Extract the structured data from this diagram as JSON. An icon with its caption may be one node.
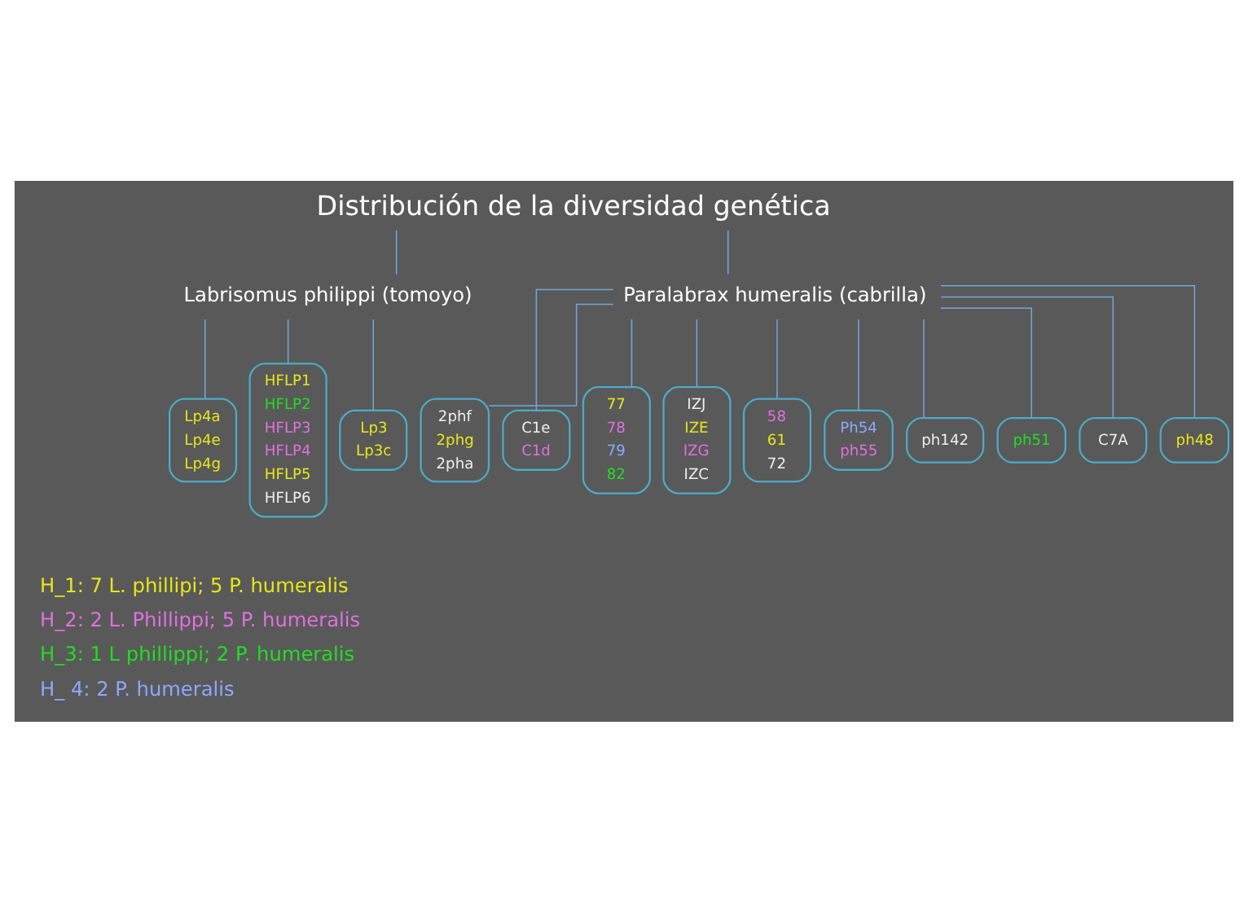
{
  "diagram": {
    "nodes": [
      {
        "text": [
          "Distribución de la diversidad genética"
        ]
      },
      {
        "text": [
          "Labrisomus philippi (tomoyo)"
        ]
      },
      {
        "text": [
          "Paralabrax humeralis (cabrilla)"
        ]
      },
      {
        "text": [
          "Lp4a",
          "Lp4e",
          "Lp4g"
        ]
      },
      {
        "text": [
          "HFLP1",
          "HFLP2",
          "HFLP3",
          "HFLP4",
          "HFLP5",
          "HFLP6"
        ]
      },
      {
        "text": [
          "Lp3",
          "Lp3c"
        ]
      },
      {
        "text": [
          "2phf",
          "2phg",
          "2pha"
        ]
      },
      {
        "text": [
          "C1e",
          "C1d"
        ]
      },
      {
        "text": [
          "77",
          "78",
          "79",
          "82"
        ]
      },
      {
        "text": [
          "IZJ",
          "IZE",
          "IZG",
          "IZC"
        ]
      },
      {
        "text": [
          "58",
          "61",
          "72"
        ]
      },
      {
        "text": [
          "Ph54",
          "ph55"
        ]
      },
      {
        "text": [
          "ph142"
        ]
      },
      {
        "text": [
          "ph51"
        ]
      },
      {
        "text": [
          "C7A"
        ]
      },
      {
        "text": [
          "ph48"
        ]
      }
    ],
    "edges": [
      {
        "from": 0,
        "to": 1,
        "arrow": "none"
      },
      {
        "from": 0,
        "to": 2,
        "arrow": "none"
      },
      {
        "from": 1,
        "to": 3,
        "arrow": "none"
      },
      {
        "from": 1,
        "to": 4,
        "arrow": "none"
      },
      {
        "from": 1,
        "to": 5,
        "arrow": "none"
      },
      {
        "from": 2,
        "to": 6,
        "arrow": "none"
      },
      {
        "from": 2,
        "to": 7,
        "arrow": "none"
      },
      {
        "from": 2,
        "to": 8,
        "arrow": "none"
      },
      {
        "from": 2,
        "to": 9,
        "arrow": "none"
      },
      {
        "from": 2,
        "to": 10,
        "arrow": "none"
      },
      {
        "from": 2,
        "to": 11,
        "arrow": "none"
      },
      {
        "from": 2,
        "to": 12,
        "arrow": "none"
      },
      {
        "from": 2,
        "to": 13,
        "arrow": "none"
      },
      {
        "from": 2,
        "to": 14,
        "arrow": "none"
      },
      {
        "from": 2,
        "to": 15,
        "arrow": "none"
      }
    ],
    "legend": [
      {
        "text": "H_1: 7 L. phillipi; 5 P. humeralis",
        "color": "#e6e619"
      },
      {
        "text": "H_2: 2 L. Phillippi; 5 P. humeralis",
        "color": "#e070e0"
      },
      {
        "text": "H_3: 1 L phillippi; 2 P. humeralis",
        "color": "#22dd22"
      },
      {
        "text": "H_ 4: 2 P. humeralis",
        "color": "#8ca8ff"
      }
    ]
  }
}
